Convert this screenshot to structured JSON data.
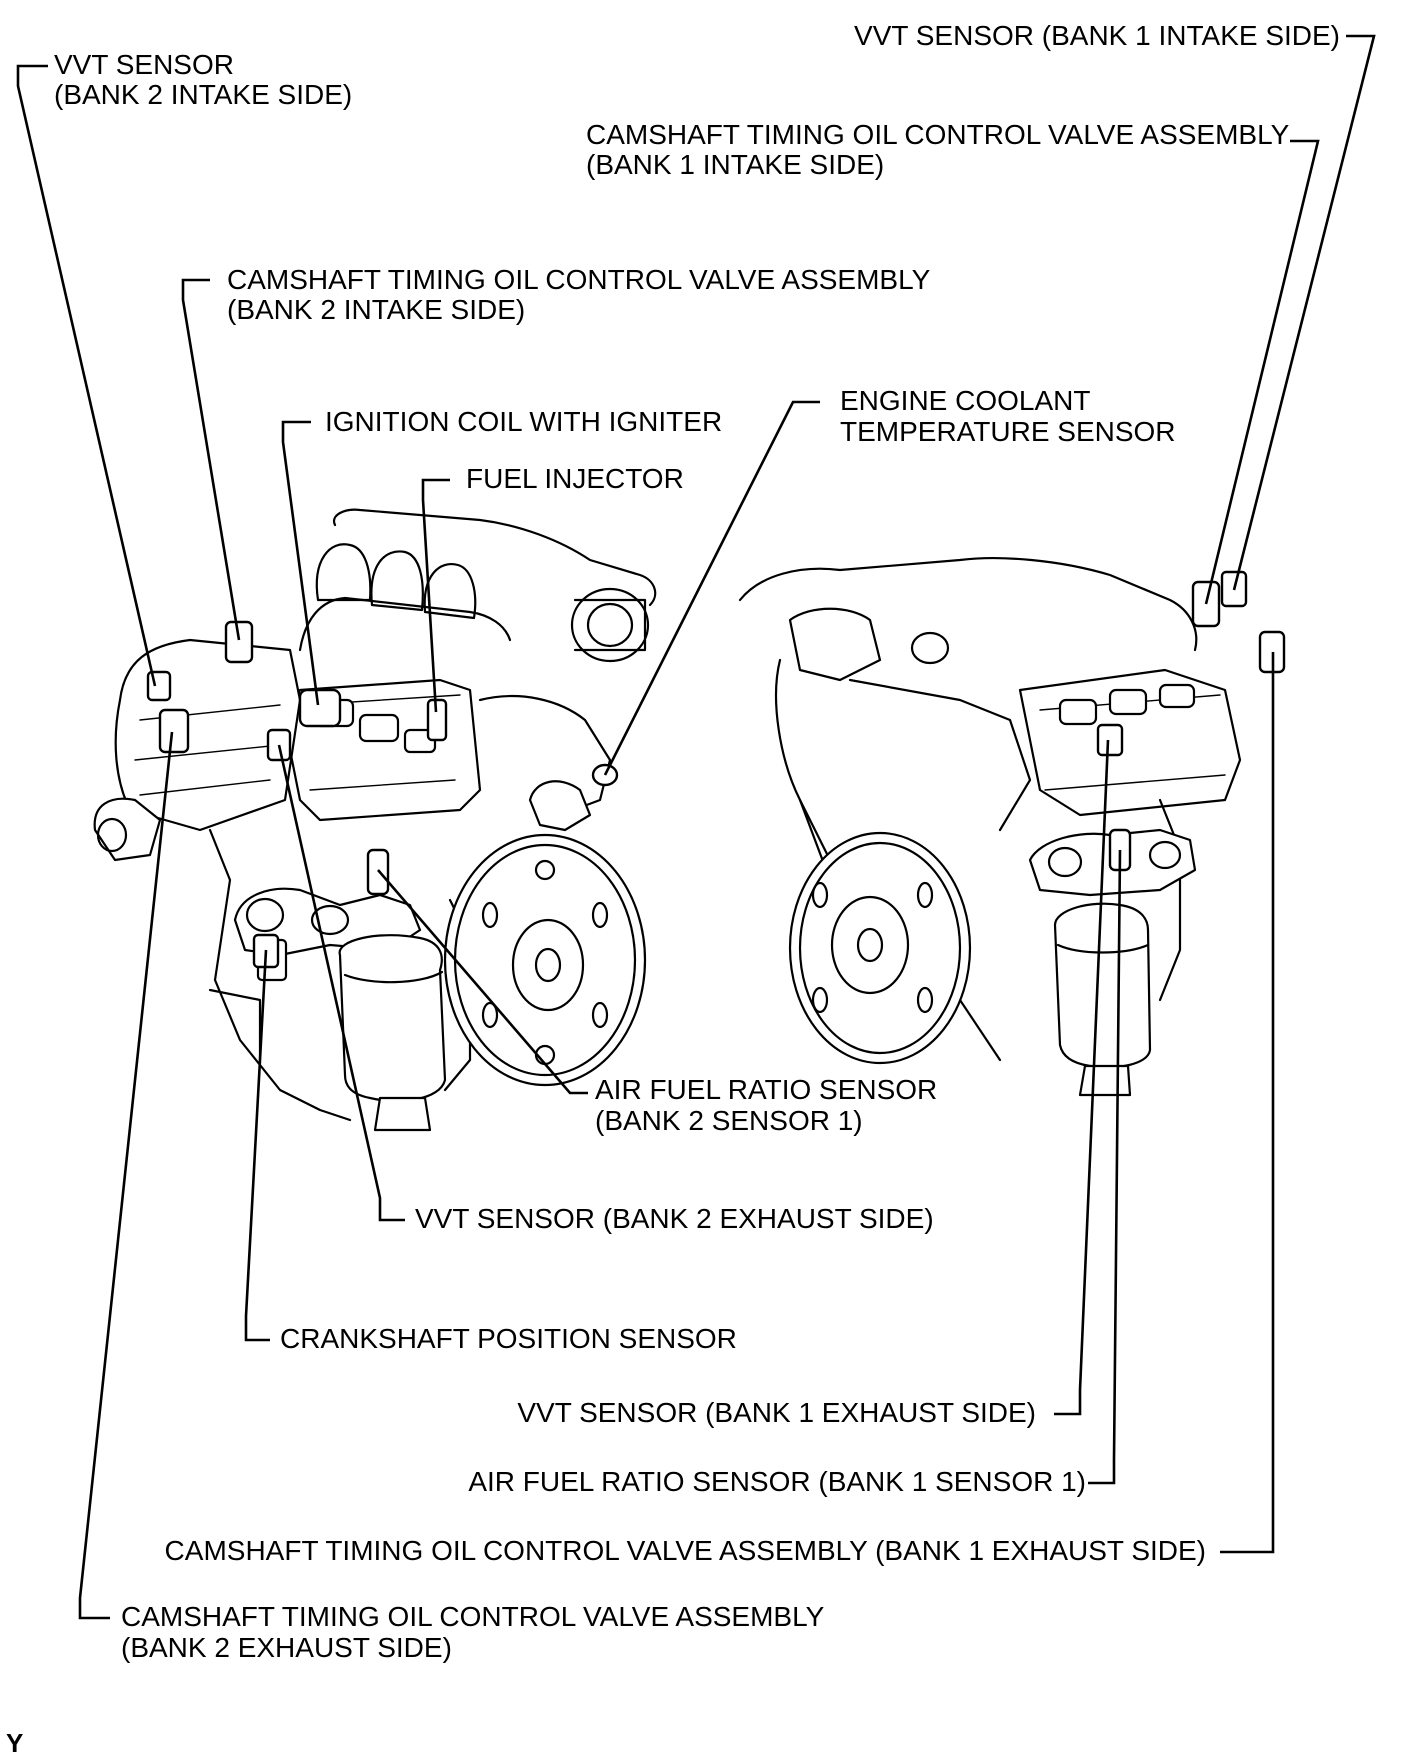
{
  "labels": {
    "vvt_b2_intake": [
      "VVT SENSOR",
      "(BANK 2 INTAKE SIDE)"
    ],
    "vvt_b1_intake": [
      "VVT SENSOR  (BANK 1 INTAKE SIDE)"
    ],
    "ocv_b1_intake": [
      "CAMSHAFT TIMING OIL CONTROL VALVE ASSEMBLY",
      "(BANK 1 INTAKE SIDE)"
    ],
    "ocv_b2_intake": [
      "CAMSHAFT TIMING OIL CONTROL VALVE ASSEMBLY",
      "(BANK 2 INTAKE SIDE)"
    ],
    "ignition_coil": [
      "IGNITION COIL WITH IGNITER"
    ],
    "fuel_injector": [
      "FUEL INJECTOR"
    ],
    "ect_sensor": [
      "ENGINE COOLANT",
      "TEMPERATURE SENSOR"
    ],
    "af_b2s1": [
      "AIR FUEL RATIO SENSOR",
      "(BANK 2 SENSOR 1)"
    ],
    "vvt_b2_exhaust": [
      "VVT SENSOR (BANK 2 EXHAUST SIDE)"
    ],
    "crankshaft": [
      "CRANKSHAFT POSITION SENSOR"
    ],
    "vvt_b1_exhaust": [
      "VVT SENSOR  (BANK 1 EXHAUST SIDE)"
    ],
    "af_b1s1": [
      "AIR FUEL RATIO SENSOR (BANK 1 SENSOR 1)"
    ],
    "ocv_b1_exhaust": [
      "CAMSHAFT TIMING OIL CONTROL VALVE ASSEMBLY (BANK 1 EXHAUST SIDE)"
    ],
    "ocv_b2_exhaust": [
      "CAMSHAFT TIMING OIL CONTROL VALVE ASSEMBLY",
      "(BANK 2 EXHAUST SIDE)"
    ]
  },
  "figure_code": "Y"
}
